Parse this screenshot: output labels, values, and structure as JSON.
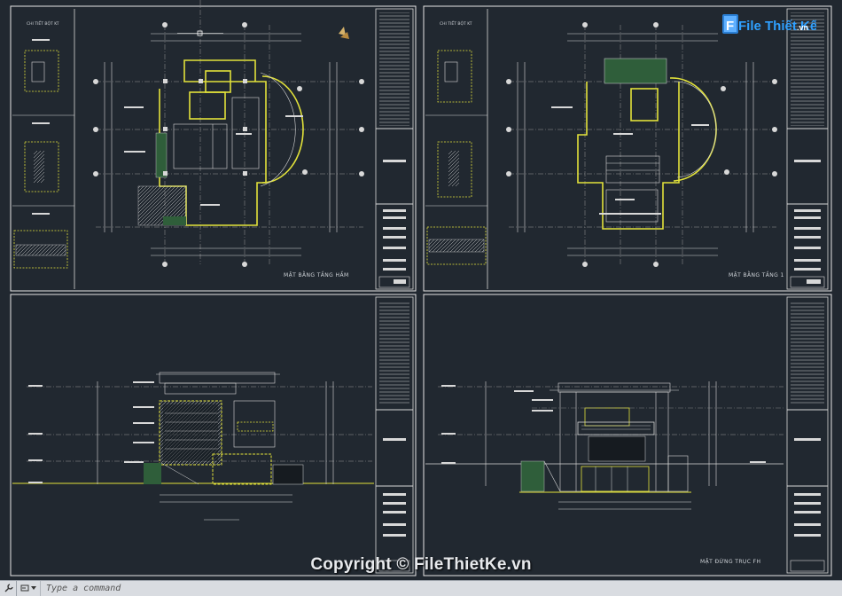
{
  "app": {
    "watermark_brand_line1": "File Thiết Kế",
    "watermark_brand_suffix": ".vn",
    "copyright": "Copyright © FileThietKe.vn"
  },
  "sheets": [
    {
      "title": "MẶT BẰNG TẦNG HẦM",
      "detail_heading": "CHI TIẾT BỘT KT"
    },
    {
      "title": "MẶT BẰNG TẦNG 1",
      "detail_heading": "CHI TIẾT BỘT KT"
    },
    {
      "title": ""
    },
    {
      "title": "MẶT ĐỨNG TRỤC FH"
    }
  ],
  "command": {
    "placeholder": "Type a command",
    "value": ""
  },
  "colors": {
    "background": "#212830",
    "frame": "#e6e6e6",
    "wall_yellow": "#e2e23a",
    "dimension_white": "#d8d8d8",
    "green_fill": "#2f5e3a",
    "axis_dash": "#9a9a9a"
  },
  "icons": {
    "wrench": "wrench-icon",
    "history": "command-history-icon",
    "north_arrow": "north-arrow-icon"
  }
}
